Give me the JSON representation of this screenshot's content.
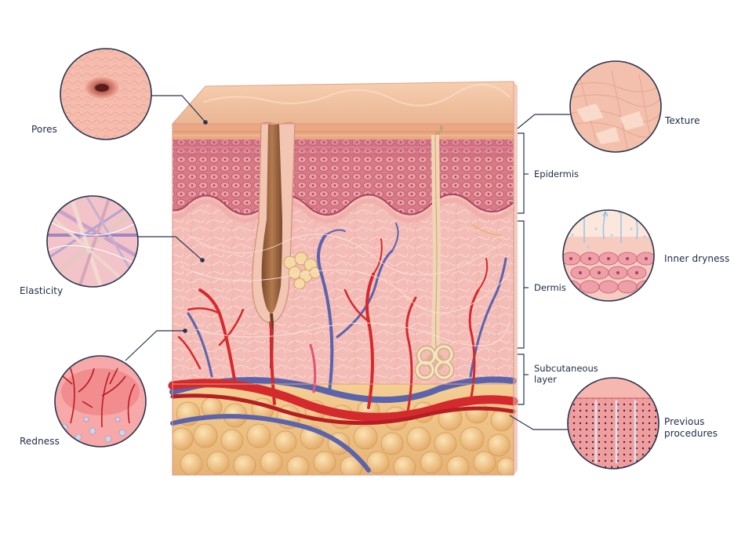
{
  "labels": {
    "pores": "Pores",
    "elasticity": "Elasticity",
    "redness": "Redness",
    "texture": "Texture",
    "inner_dryness": "Inner dryness",
    "previous_procedures_line1": "Previous",
    "previous_procedures_line2": "procedures"
  },
  "layers": {
    "epidermis": "Epidermis",
    "dermis": "Dermis",
    "subcutaneous_line1": "Subcutaneous",
    "subcutaneous_line2": "layer"
  },
  "colors": {
    "label_text": "#1f2a44",
    "leader_line": "#2a3550",
    "epidermis": "#e7a07c",
    "dermis": "#f1b5b0",
    "fat": "#f1c889",
    "artery": "#d2272b",
    "vein": "#5560a8"
  }
}
